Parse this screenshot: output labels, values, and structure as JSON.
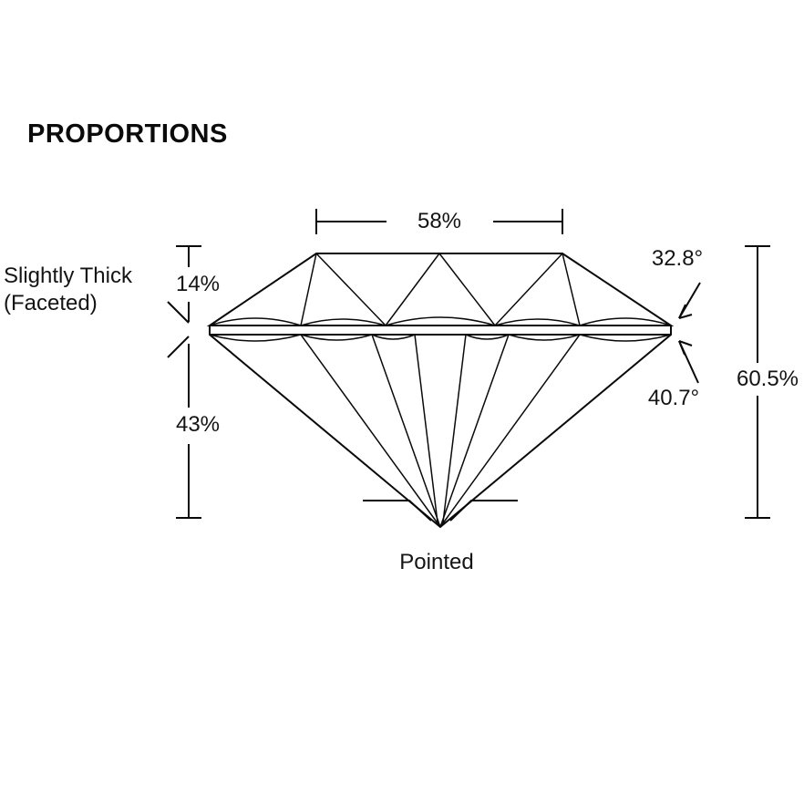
{
  "page": {
    "title": "PROPORTIONS"
  },
  "measurements": {
    "table_width": {
      "label": "58%"
    },
    "crown_height": {
      "label": "14%"
    },
    "pavilion_depth": {
      "label": "43%"
    },
    "crown_angle": {
      "label": "32.8°"
    },
    "pavilion_angle": {
      "label": "40.7°"
    },
    "total_depth": {
      "label": "60.5%"
    },
    "girdle": {
      "line1": "Slightly Thick",
      "line2": "(Faceted)"
    },
    "culet": {
      "label": "Pointed"
    }
  }
}
